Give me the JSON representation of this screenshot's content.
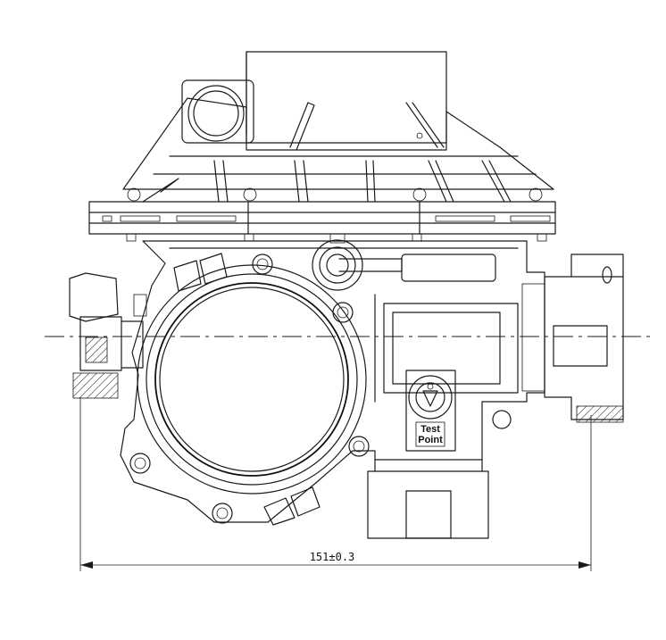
{
  "labels": {
    "dimension": "151±0.3",
    "test_point_line1": "Test",
    "test_point_line2": "Point"
  },
  "colors": {
    "line": "#1a1a1a",
    "background": "#ffffff"
  }
}
